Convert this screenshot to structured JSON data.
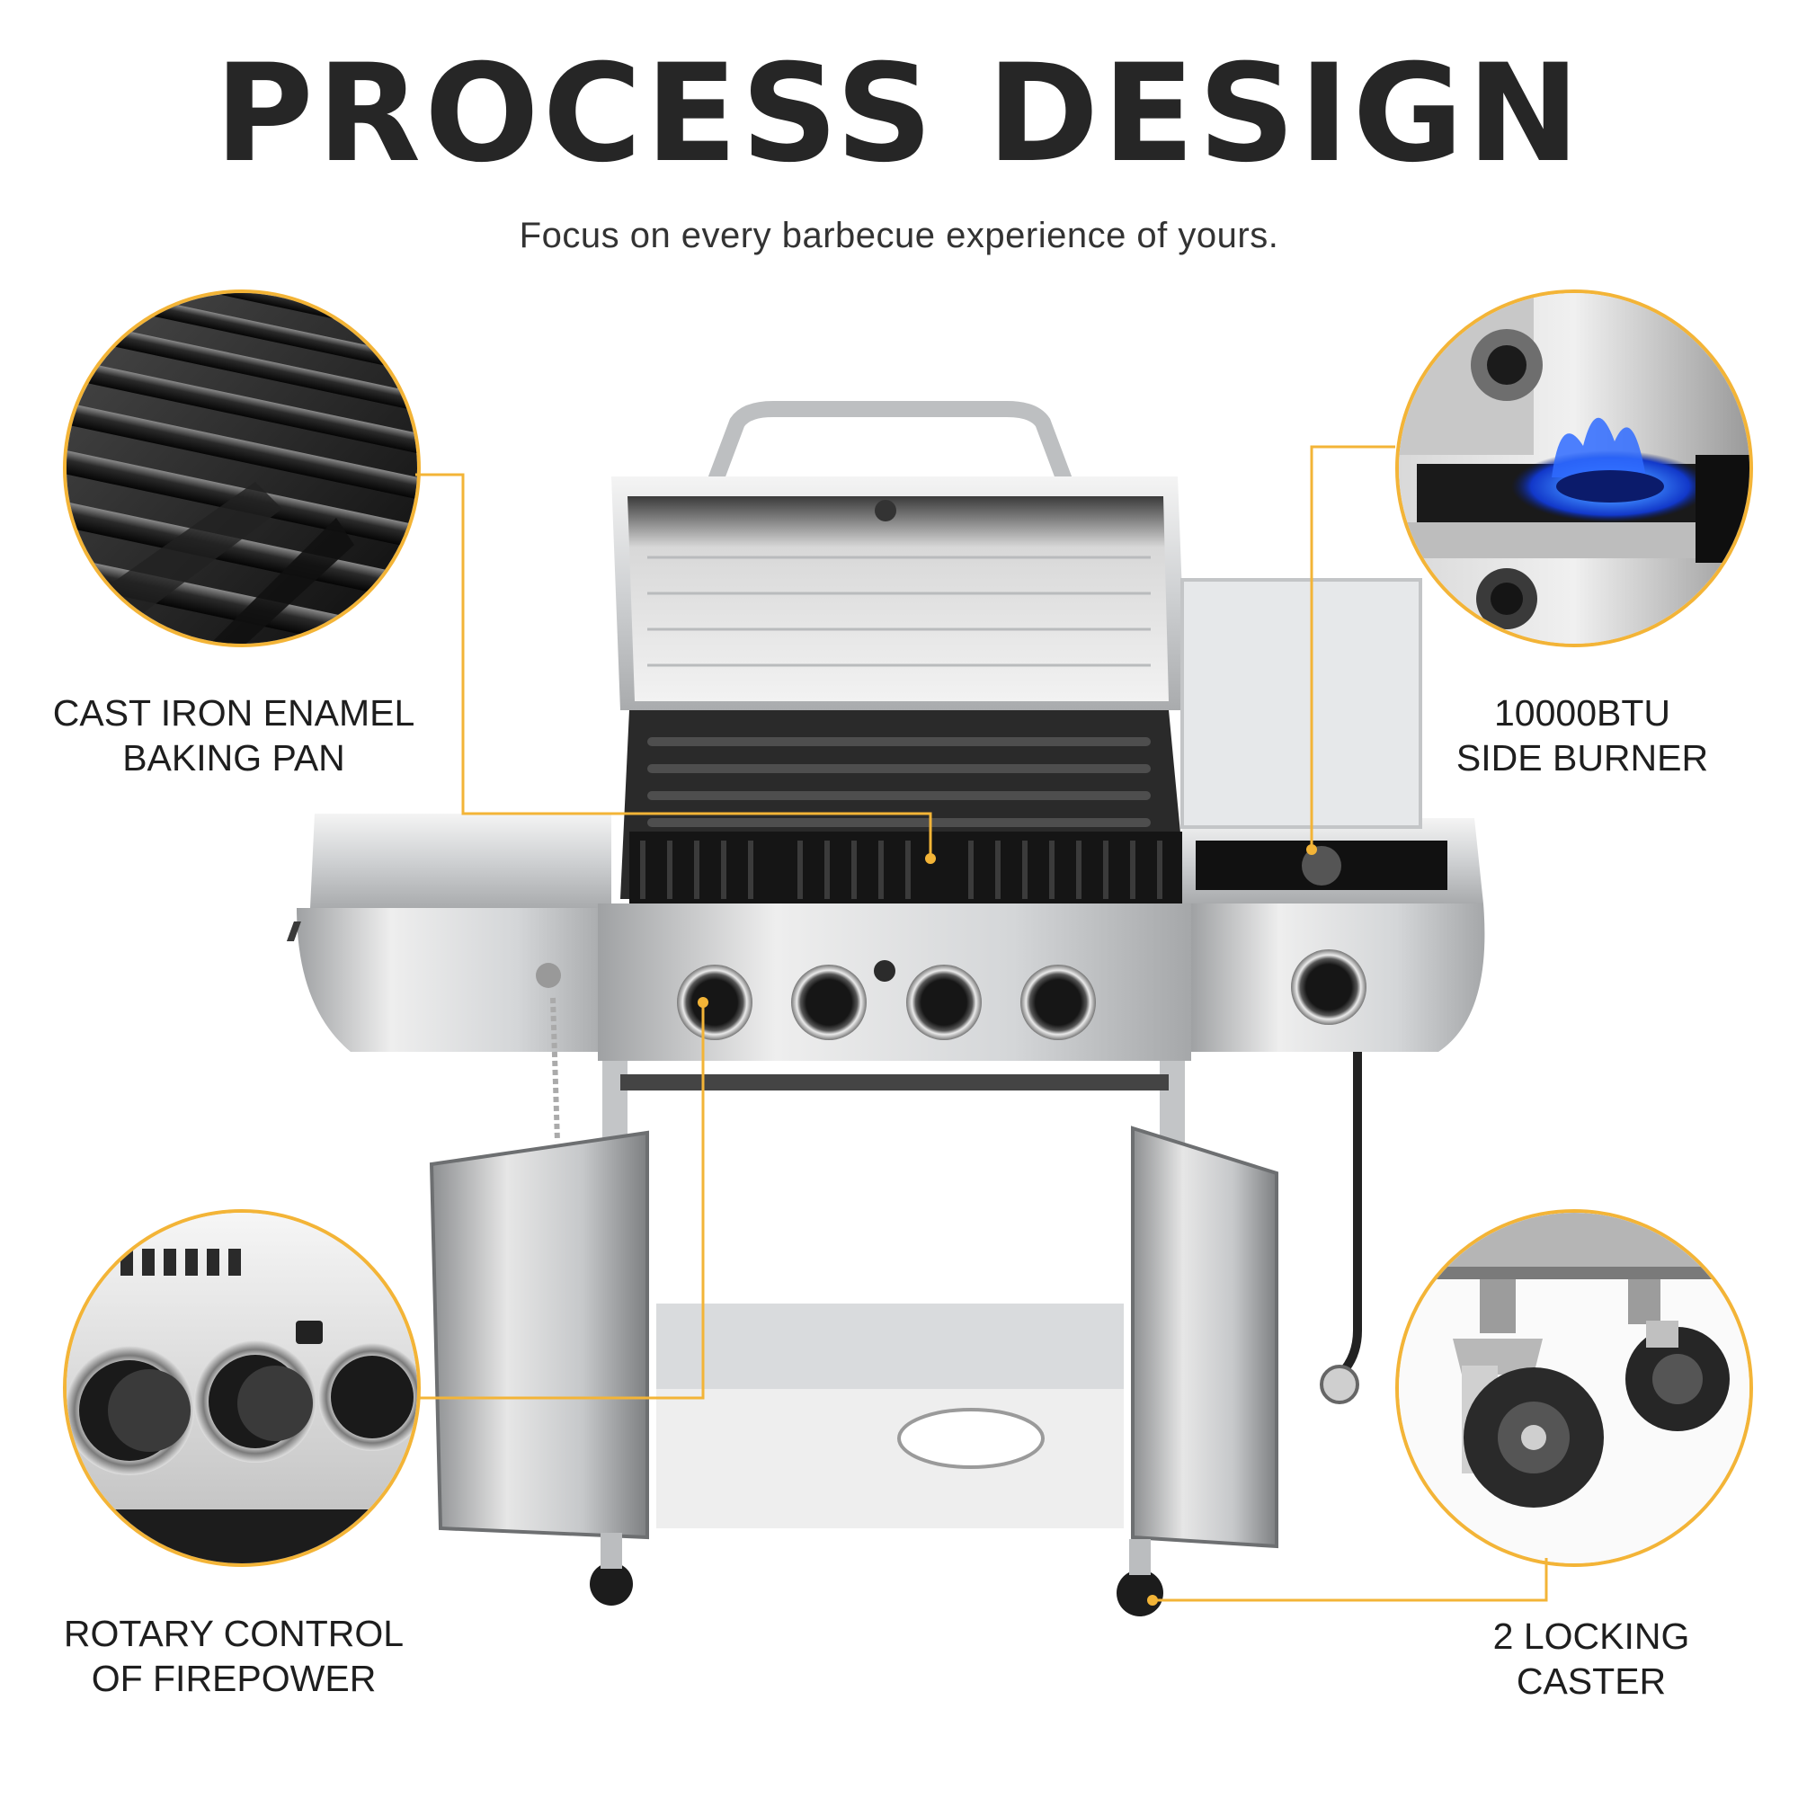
{
  "header": {
    "title": "PROCESS DESIGN",
    "subtitle": "Focus on every barbecue experience of yours."
  },
  "features": {
    "baking_pan": {
      "line1": "CAST IRON ENAMEL",
      "line2": "BAKING PAN"
    },
    "side_burner": {
      "line1": "10000BTU",
      "line2": "SIDE BURNER"
    },
    "rotary_control": {
      "line1": "ROTARY CONTROL",
      "line2": "OF FIREPOWER"
    },
    "locking_caster": {
      "line1": "2 LOCKING",
      "line2": "CASTER"
    }
  },
  "colors": {
    "accent": "#f3b437",
    "title": "#262626",
    "steel": "#c9cbcd",
    "grate": "#1c1c1c",
    "flame": "#2a7bff"
  }
}
